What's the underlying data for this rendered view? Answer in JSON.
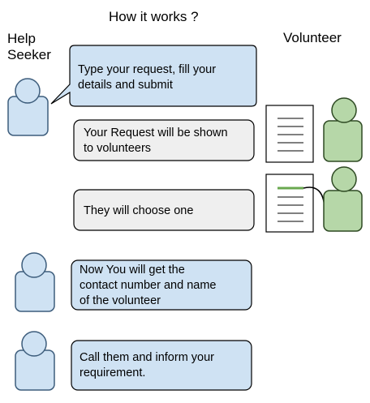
{
  "title": "How it works ?",
  "help_seeker_label": "Help\nSeeker",
  "volunteer_label": "Volunteer",
  "steps": [
    "Type your request, fill your\ndetails and submit",
    "Your Request will be shown\nto volunteers",
    "They will choose one",
    "Now You will get the\ncontact number and name\nof the volunteer",
    "Call them and inform your\nrequirement."
  ],
  "colors": {
    "blue_fill": "#cfe2f3",
    "blue_stroke": "#3d5d7c",
    "gray_fill": "#efefef",
    "green_fill": "#b6d7a8",
    "green_stroke": "#2e4a23",
    "highlight": "#6aa84f"
  }
}
